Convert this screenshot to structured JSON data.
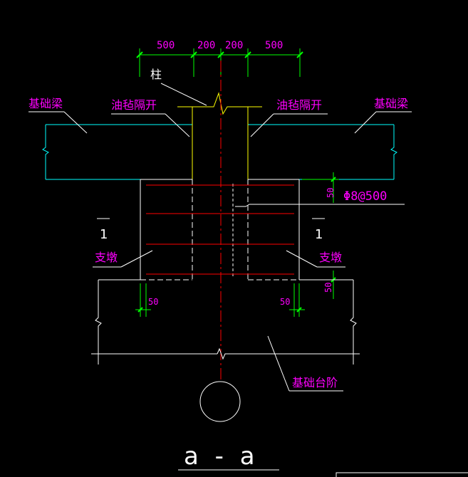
{
  "drawing": {
    "dimensions_top": [
      "500",
      "200",
      "200",
      "500"
    ],
    "label_column": "柱",
    "label_foundation_beam_left": "基础梁",
    "label_foundation_beam_right": "基础梁",
    "label_felt_left": "油毡隔开",
    "label_felt_right": "油毡隔开",
    "label_rebar": "Φ8@500",
    "dim_50_right_top": "50",
    "dim_50_right_mid": "50",
    "dim_50_left_bottom": "50",
    "dim_50_right_bottom": "50",
    "section_mark_left": "1",
    "section_mark_right": "1",
    "label_pier_left": "支墩",
    "label_pier_right": "支墩",
    "label_step": "基础台阶",
    "section_title": "a - a"
  },
  "colors": {
    "background": "#000000",
    "dimension": "#00ff00",
    "beam": "#00ffff",
    "column": "#ffff00",
    "centerline": "#ff0000",
    "rebar": "#ff0000",
    "text": "#ff00ff",
    "outline": "#ffffff"
  }
}
